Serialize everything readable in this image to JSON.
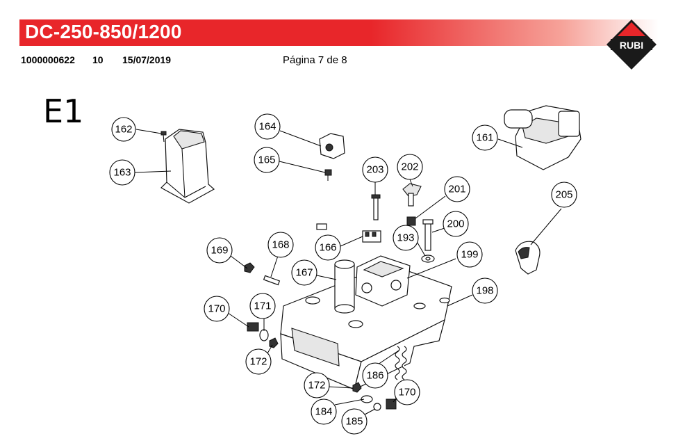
{
  "header": {
    "title": "DC-250-850/1200",
    "doc_code": "1000000622",
    "revision": "10",
    "date": "15/07/2019",
    "page": "Página 7 de 8",
    "logo_text": "RUBI",
    "brand_color": "#e8262a"
  },
  "section": {
    "label": "E1"
  },
  "callouts": [
    "162",
    "163",
    "164",
    "165",
    "161",
    "205",
    "203",
    "202",
    "201",
    "200",
    "193",
    "166",
    "169",
    "168",
    "167",
    "199",
    "198",
    "170",
    "171",
    "172",
    "186",
    "172",
    "170",
    "184",
    "185"
  ]
}
